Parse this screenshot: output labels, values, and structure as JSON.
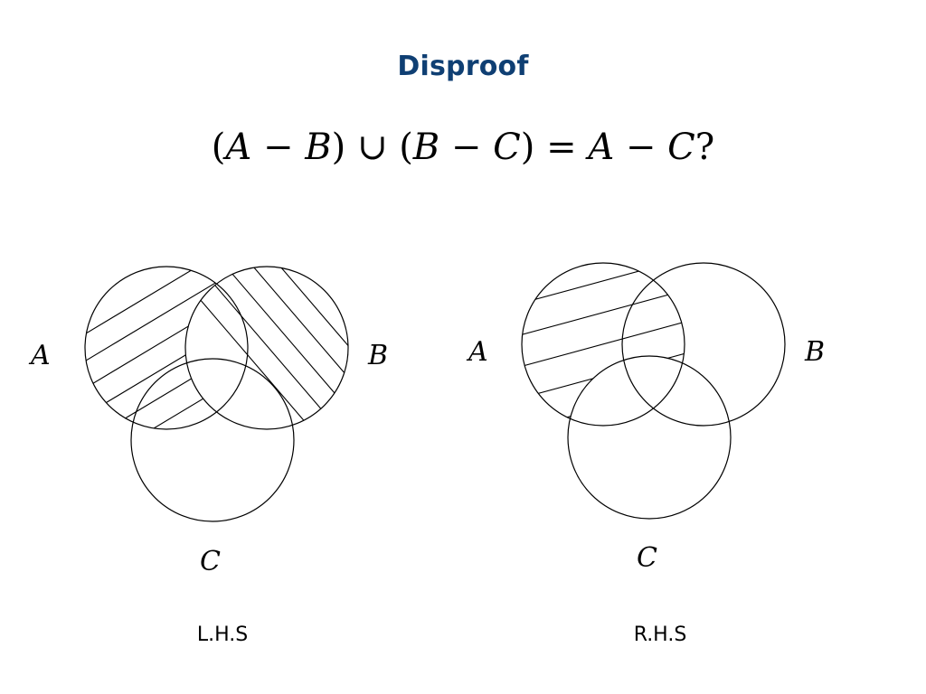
{
  "title": "Disproof",
  "formula": {
    "left_open": "(",
    "a1": "A",
    "minus1": " − ",
    "b1": "B",
    "close1": ")",
    "union": " ∪ ",
    "open2": "(",
    "b2": "B",
    "minus2": " − ",
    "c1": "C",
    "close2": ")",
    "equals": " = ",
    "a2": "A",
    "minus3": " − ",
    "c2": "C",
    "question": "?"
  },
  "lhs": {
    "label_a": "A",
    "label_b": "B",
    "label_c": "C",
    "caption": "L.H.S"
  },
  "rhs": {
    "label_a": "A",
    "label_b": "B",
    "label_c": "C",
    "caption": "R.H.S"
  }
}
